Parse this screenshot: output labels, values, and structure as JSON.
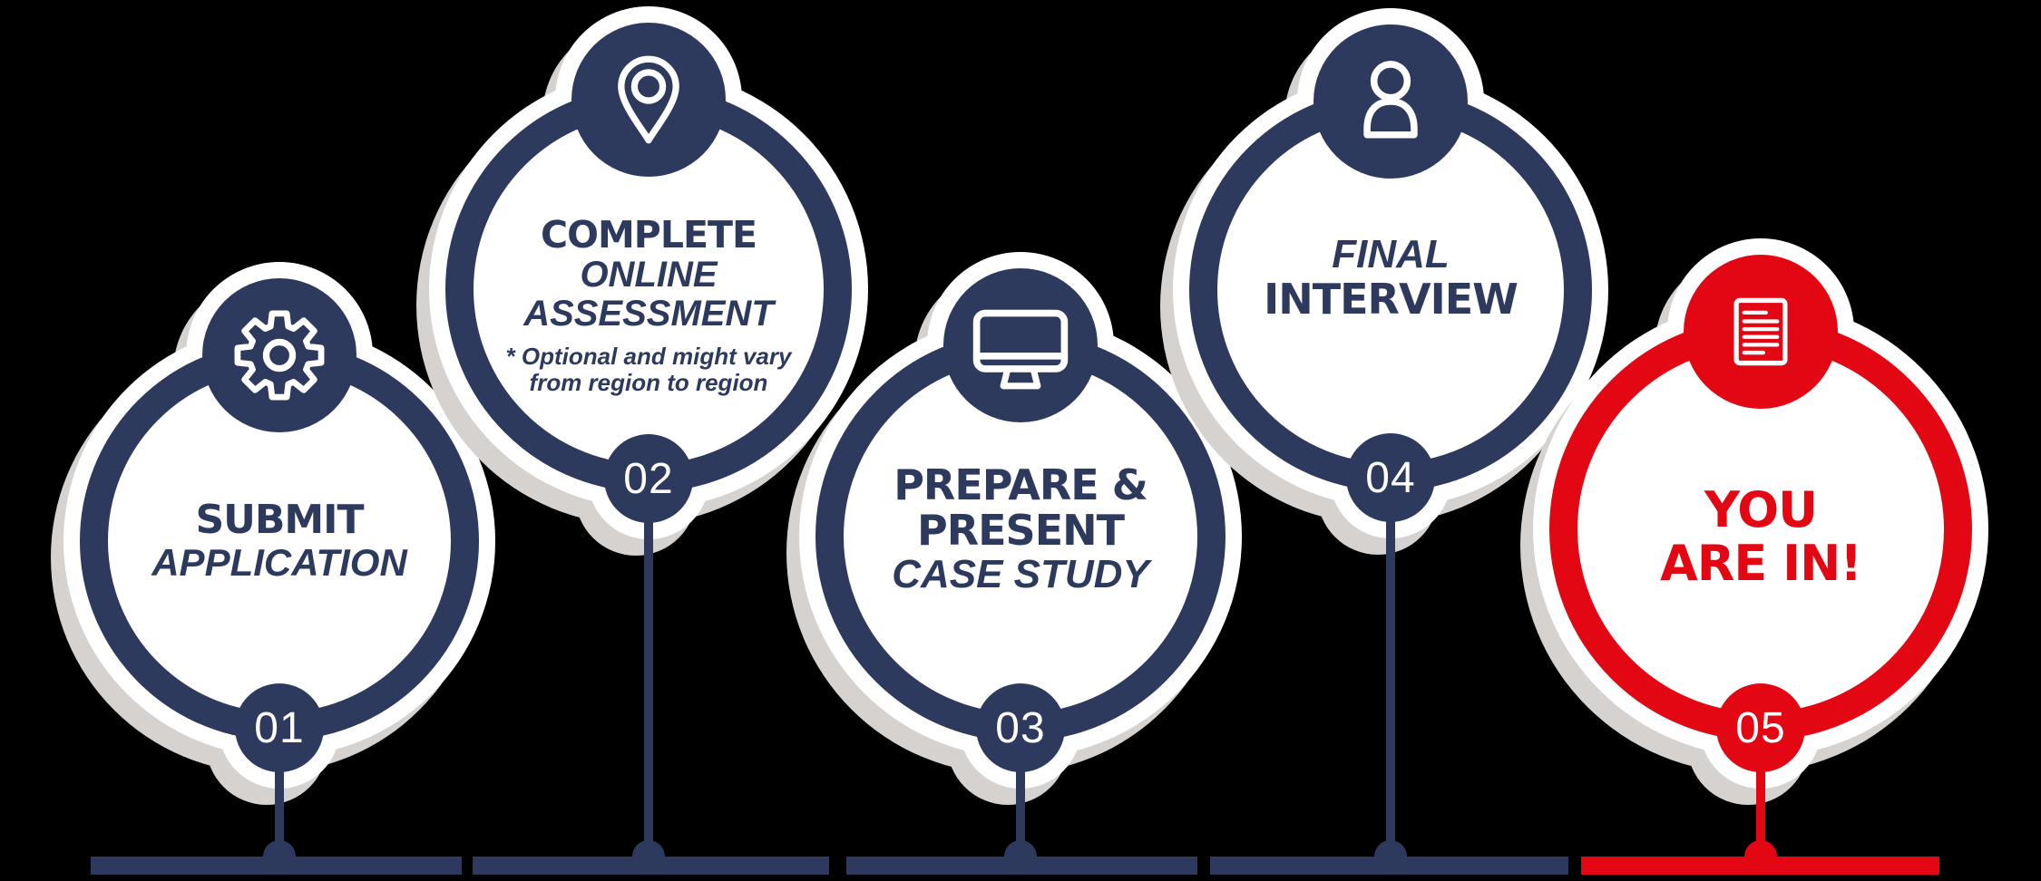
{
  "title": "Recruitment process infographic",
  "colors": {
    "navy": "#2d3a5e",
    "red": "#e30613",
    "white": "#ffffff",
    "shadow_gray": "#d6d2cf",
    "background": "#000000"
  },
  "steps": [
    {
      "number": "01",
      "icon": "gear-icon",
      "lines": [
        {
          "text": "SUBMIT",
          "style": "bold"
        },
        {
          "text": "APPLICATION",
          "style": "italic"
        }
      ]
    },
    {
      "number": "02",
      "icon": "location-pin-icon",
      "lines": [
        {
          "text": "COMPLETE",
          "style": "bold"
        },
        {
          "text": "ONLINE",
          "style": "italic"
        },
        {
          "text": "ASSESSMENT",
          "style": "italic"
        }
      ],
      "note": [
        "* Optional and might vary",
        "from region to region"
      ]
    },
    {
      "number": "03",
      "icon": "monitor-icon",
      "lines": [
        {
          "text": "PREPARE &",
          "style": "bold"
        },
        {
          "text": "PRESENT",
          "style": "bold"
        },
        {
          "text": "CASE STUDY",
          "style": "italic"
        }
      ]
    },
    {
      "number": "04",
      "icon": "person-icon",
      "lines": [
        {
          "text": "FINAL",
          "style": "italic"
        },
        {
          "text": "INTERVIEW",
          "style": "bold"
        }
      ]
    },
    {
      "number": "05",
      "icon": "document-icon",
      "accent": "red",
      "lines": [
        {
          "text": "YOU",
          "style": "bold"
        },
        {
          "text": "ARE IN!",
          "style": "bold"
        }
      ]
    }
  ]
}
